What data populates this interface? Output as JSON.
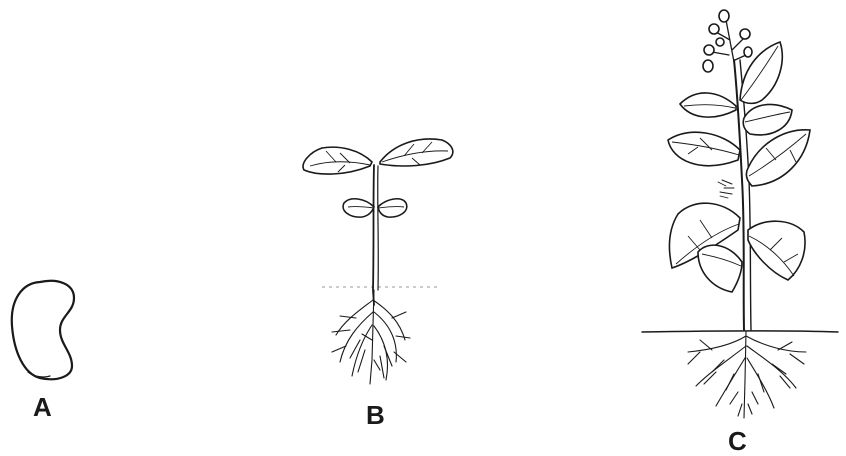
{
  "figure": {
    "stages": [
      {
        "id": "A",
        "label": "A",
        "subject": "seed-icon"
      },
      {
        "id": "B",
        "label": "B",
        "subject": "seedling-icon"
      },
      {
        "id": "C",
        "label": "C",
        "subject": "mature-plant-icon"
      }
    ]
  }
}
